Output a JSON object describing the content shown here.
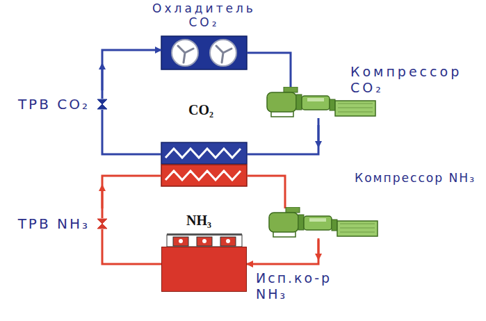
{
  "diagram": {
    "nodes": [
      {
        "text": [
          "Охладитель CO₂"
        ]
      },
      {
        "text": [
          "Компрессор CO₂"
        ]
      },
      {
        "text": [
          "ТРВ CO₂"
        ]
      },
      {
        "text": [
          "Компрессор NH₃"
        ]
      },
      {
        "text": [
          "ТРВ NH₃"
        ]
      },
      {
        "text": [
          "Исп.ко-р NH₃"
        ]
      }
    ],
    "edges": [
      {
        "from": 2,
        "to": 0,
        "arrow": "to"
      },
      {
        "from": 0,
        "to": 1,
        "arrow": "none"
      },
      {
        "from": 3,
        "to": 5,
        "arrow": "to"
      },
      {
        "from": 5,
        "to": 4,
        "arrow": "none"
      }
    ],
    "labels": [
      "CO₂",
      "NH₃"
    ]
  }
}
